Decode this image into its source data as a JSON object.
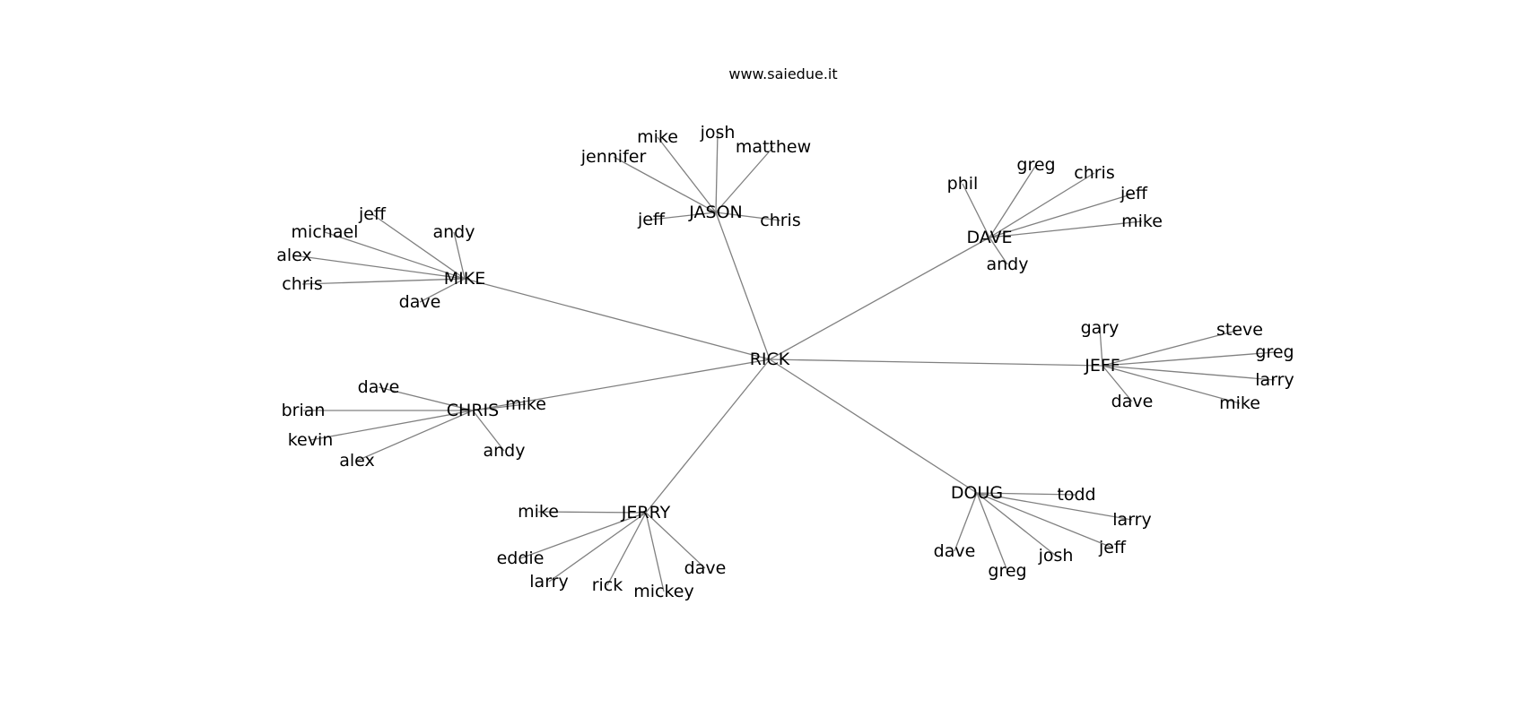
{
  "title": "www.saiedue.it",
  "graph": {
    "root": "RICK",
    "groups": [
      {
        "hub": "JASON",
        "leaves": [
          "jeff",
          "jennifer",
          "mike",
          "josh",
          "matthew",
          "chris"
        ]
      },
      {
        "hub": "DAVE",
        "leaves": [
          "phil",
          "greg",
          "chris",
          "jeff",
          "mike",
          "andy"
        ]
      },
      {
        "hub": "MIKE",
        "leaves": [
          "jeff",
          "michael",
          "andy",
          "alex",
          "chris",
          "dave"
        ]
      },
      {
        "hub": "JEFF",
        "leaves": [
          "gary",
          "steve",
          "greg",
          "larry",
          "dave",
          "mike"
        ]
      },
      {
        "hub": "CHRIS",
        "leaves": [
          "dave",
          "brian",
          "mike",
          "kevin",
          "alex",
          "andy"
        ]
      },
      {
        "hub": "DOUG",
        "leaves": [
          "todd",
          "larry",
          "jeff",
          "josh",
          "greg",
          "dave"
        ]
      },
      {
        "hub": "JERRY",
        "leaves": [
          "mike",
          "eddie",
          "larry",
          "rick",
          "mickey",
          "dave"
        ]
      }
    ]
  }
}
